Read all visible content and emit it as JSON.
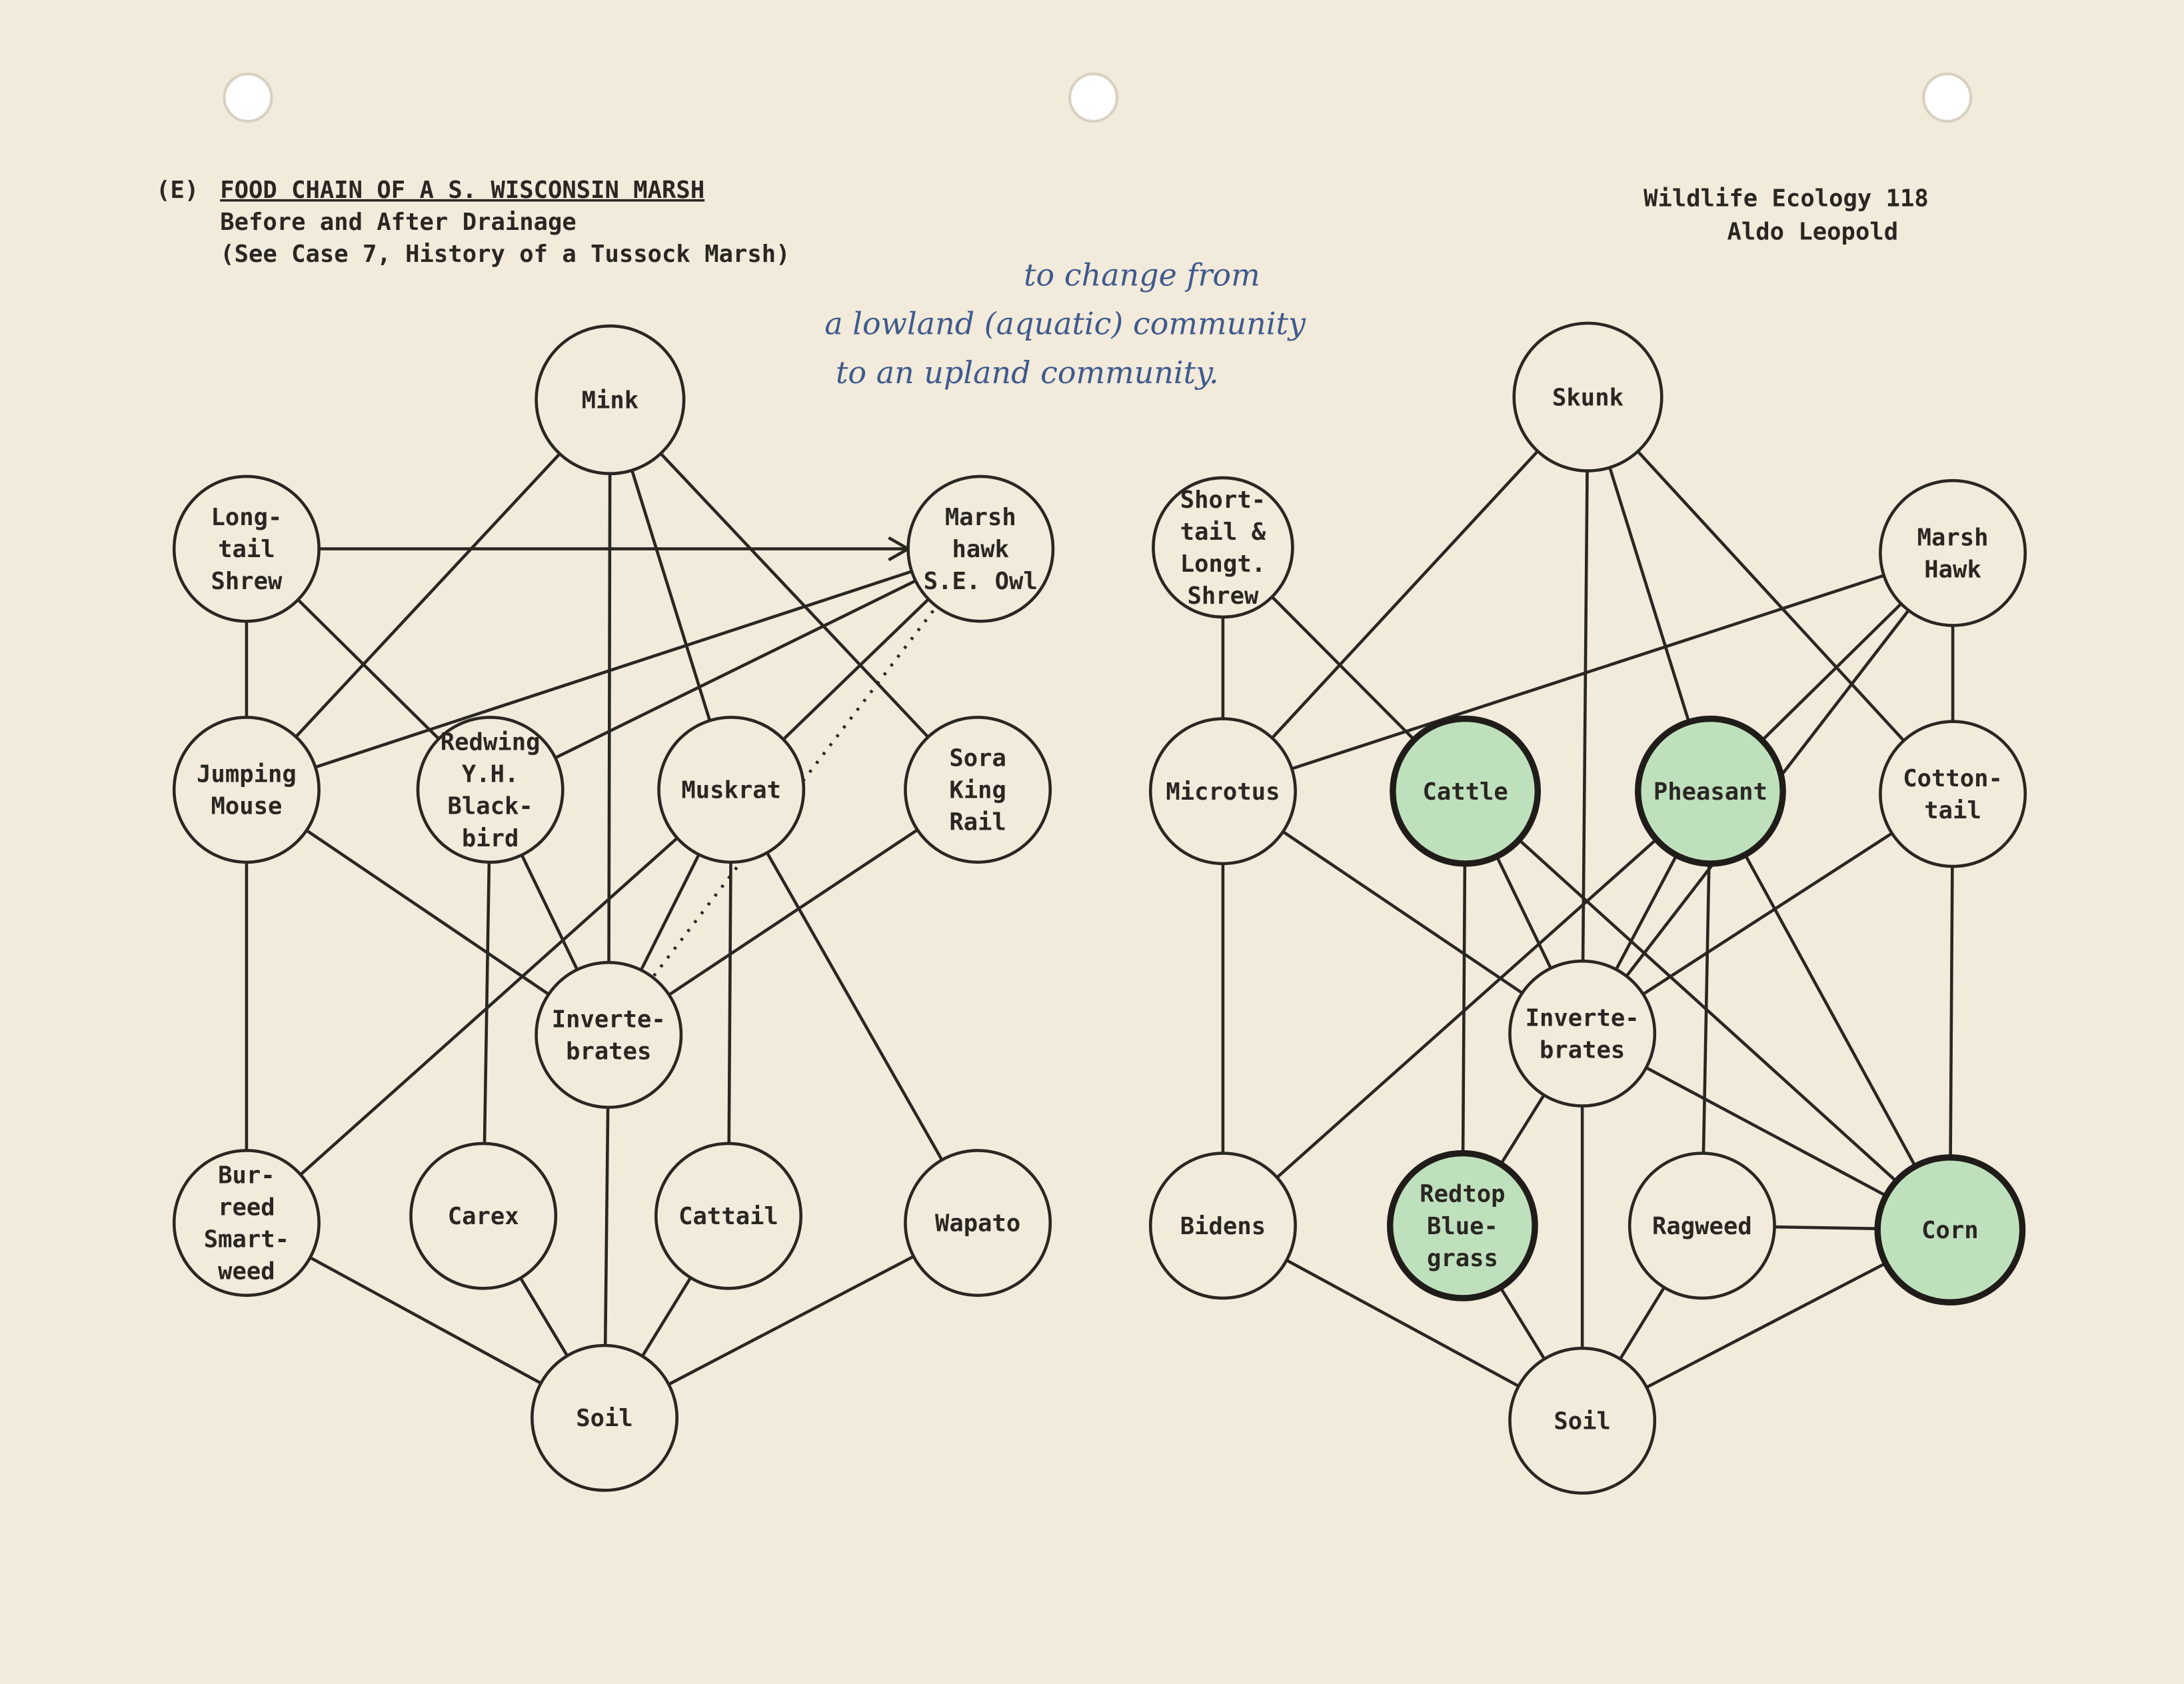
{
  "header": {
    "label": "(E)",
    "title": "FOOD CHAIN OF A S. WISCONSIN MARSH",
    "subtitle": "Before and After Drainage",
    "reference": "(See Case 7, History of a Tussock Marsh)",
    "course": "Wildlife Ecology 118",
    "author": "Aldo Leopold"
  },
  "handwritten_note": [
    "to change from",
    "a lowland (aquatic) community",
    "to an upland community."
  ],
  "diagrams": {
    "before": {
      "nodes": {
        "mink": [
          "Mink"
        ],
        "shrew": [
          "Long-",
          "tail",
          "Shrew"
        ],
        "hawk": [
          "Marsh",
          "hawk",
          "S.E. Owl"
        ],
        "mouse": [
          "Jumping",
          "Mouse"
        ],
        "redwing": [
          "Redwing",
          "Y.H.",
          "Black-",
          "bird"
        ],
        "muskrat": [
          "Muskrat"
        ],
        "sora": [
          "Sora",
          "King",
          "Rail"
        ],
        "invert": [
          "Inverte-",
          "brates"
        ],
        "burreed": [
          "Bur-",
          "reed",
          "Smart-",
          "weed"
        ],
        "carex": [
          "Carex"
        ],
        "cattail": [
          "Cattail"
        ],
        "wapato": [
          "Wapato"
        ],
        "soil": [
          "Soil"
        ]
      }
    },
    "after": {
      "nodes": {
        "skunk": [
          "Skunk"
        ],
        "shrew": [
          "Short-",
          "tail &",
          "Longt.",
          "Shrew"
        ],
        "hawk": [
          "Marsh",
          "Hawk"
        ],
        "microtus": [
          "Microtus"
        ],
        "cattle": [
          "Cattle"
        ],
        "pheasant": [
          "Pheasant"
        ],
        "cottontail": [
          "Cotton-",
          "tail"
        ],
        "invert": [
          "Inverte-",
          "brates"
        ],
        "bidens": [
          "Bidens"
        ],
        "redtop": [
          "Redtop",
          "Blue-",
          "grass"
        ],
        "ragweed": [
          "Ragweed"
        ],
        "corn": [
          "Corn"
        ],
        "soil": [
          "Soil"
        ]
      },
      "highlight_color": "#bfe0bc"
    }
  }
}
